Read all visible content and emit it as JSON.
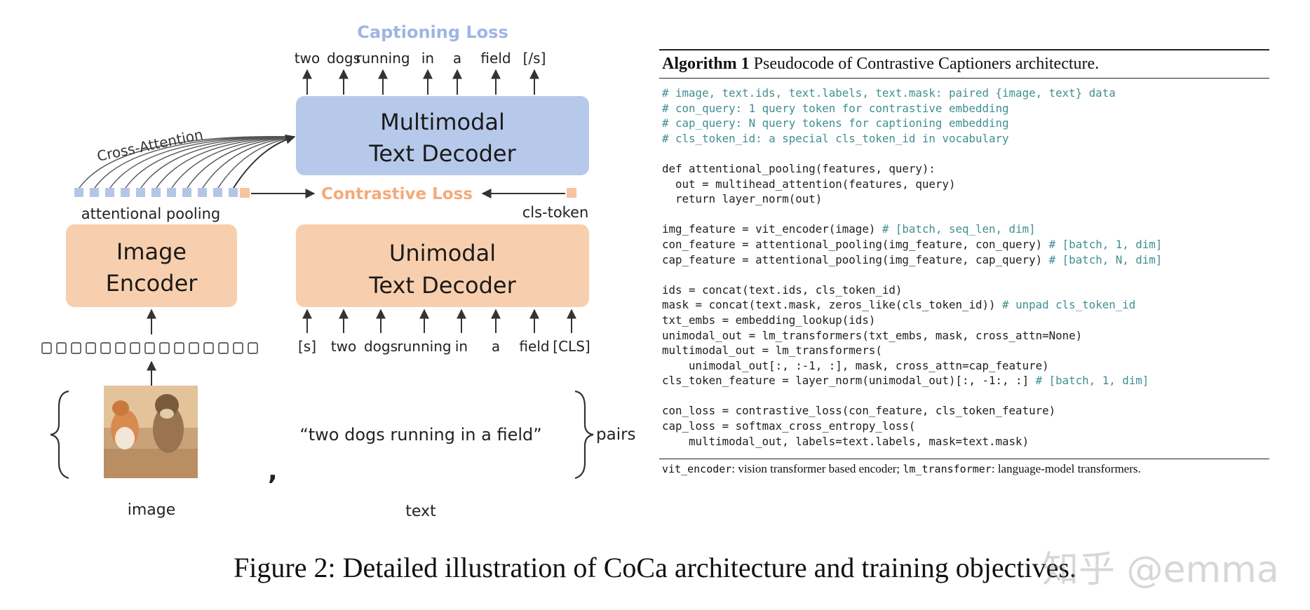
{
  "diagram": {
    "captioning_loss": "Captioning Loss",
    "top_tokens": [
      "two",
      "dogs",
      "running",
      "in",
      "a",
      "field",
      "[/s]"
    ],
    "multimodal_decoder": [
      "Multimodal",
      "Text Decoder"
    ],
    "cross_attention": "Cross-Attention",
    "contrastive_loss": "Contrastive Loss",
    "attentional_pooling": "attentional pooling",
    "cls_token": "cls-token",
    "image_encoder": [
      "Image",
      "Encoder"
    ],
    "unimodal_decoder": [
      "Unimodal",
      "Text Decoder"
    ],
    "bottom_tokens": [
      "[s]",
      "two",
      "dogs",
      "running",
      "in",
      "a",
      "field",
      "[CLS]"
    ],
    "pair_text": "“two dogs running in a field”",
    "comma": ",",
    "pairs": "pairs",
    "image_label": "image",
    "text_label": "text",
    "colors": {
      "decoder_blue": "#b7c9ea",
      "encoder_orange": "#f8cfae",
      "caption_loss_text": "#9fb6e3",
      "contrastive_loss_text": "#f4aa7a",
      "pool_token": "#b3c6e8",
      "cls_token": "#f6c4a1"
    }
  },
  "algorithm": {
    "title_bold": "Algorithm 1",
    "title_rest": " Pseudocode of Contrastive Captioners architecture.",
    "code": [
      {
        "t": "# image, text.ids, text.labels, text.mask: paired {image, text} data",
        "c": ""
      },
      {
        "t": "# con_query: 1 query token for contrastive embedding",
        "c": ""
      },
      {
        "t": "# cap_query: N query tokens for captioning embedding",
        "c": ""
      },
      {
        "t": "# cls_token_id: a special cls_token_id in vocabulary",
        "c": ""
      },
      {
        "t": "",
        "c": ""
      },
      {
        "t": "def attentional_pooling(features, query):",
        "c": ""
      },
      {
        "t": "  out = multihead_attention(features, query)",
        "c": ""
      },
      {
        "t": "  return layer_norm(out)",
        "c": ""
      },
      {
        "t": "",
        "c": ""
      },
      {
        "t": "img_feature = vit_encoder(image) ",
        "c": "# [batch, seq_len, dim]"
      },
      {
        "t": "con_feature = attentional_pooling(img_feature, con_query) ",
        "c": "# [batch, 1, dim]"
      },
      {
        "t": "cap_feature = attentional_pooling(img_feature, cap_query) ",
        "c": "# [batch, N, dim]"
      },
      {
        "t": "",
        "c": ""
      },
      {
        "t": "ids = concat(text.ids, cls_token_id)",
        "c": ""
      },
      {
        "t": "mask = concat(text.mask, zeros_like(cls_token_id)) ",
        "c": "# unpad cls_token_id"
      },
      {
        "t": "txt_embs = embedding_lookup(ids)",
        "c": ""
      },
      {
        "t": "unimodal_out = lm_transformers(txt_embs, mask, cross_attn=None)",
        "c": ""
      },
      {
        "t": "multimodal_out = lm_transformers(",
        "c": ""
      },
      {
        "t": "    unimodal_out[:, :-1, :], mask, cross_attn=cap_feature)",
        "c": ""
      },
      {
        "t": "cls_token_feature = layer_norm(unimodal_out)[:, -1:, :] ",
        "c": "# [batch, 1, dim]"
      },
      {
        "t": "",
        "c": ""
      },
      {
        "t": "con_loss = contrastive_loss(con_feature, cls_token_feature)",
        "c": ""
      },
      {
        "t": "cap_loss = softmax_cross_entropy_loss(",
        "c": ""
      },
      {
        "t": "    multimodal_out, labels=text.labels, mask=text.mask)",
        "c": ""
      }
    ],
    "foot_code1": "vit_encoder",
    "foot_text1": ": vision transformer based encoder; ",
    "foot_code2": "lm_transformer",
    "foot_text2": ": language-model transformers."
  },
  "caption": "Figure 2: Detailed illustration of CoCa architecture and training objectives.",
  "watermark": "知乎 @emma"
}
